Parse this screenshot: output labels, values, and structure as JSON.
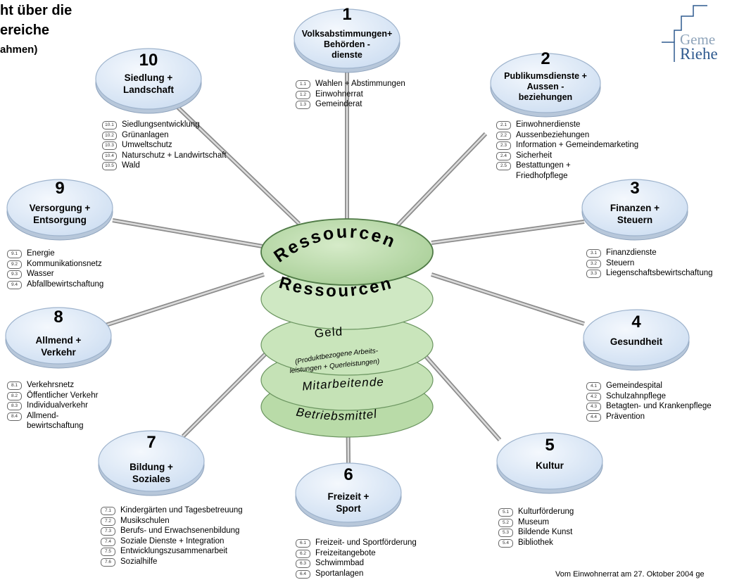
{
  "title": {
    "line1": "ht über die",
    "line2": "ereiche",
    "line3": "ahmen)"
  },
  "logo": {
    "line1": "Geme",
    "line2": "Riehe"
  },
  "center": {
    "top_label": "Ressourcen",
    "bottom_label": "Ressourcen",
    "layers": {
      "geld": "Geld",
      "geld_sub1": "(Produktbezogene Arbeits-",
      "geld_sub2": "leistungen + Querleistungen)",
      "mitarbeitende": "Mitarbeitende",
      "betriebsmittel": "Betriebsmittel"
    }
  },
  "areas": [
    {
      "number": "1",
      "title": [
        "Volksabstimmungen+",
        "Behörden -",
        "dienste"
      ],
      "items": [
        {
          "code": "1.1",
          "label": "Wahlen + Abstimmungen"
        },
        {
          "code": "1.2",
          "label": "Einwohnerrat"
        },
        {
          "code": "1.3",
          "label": "Gemeinderat"
        }
      ]
    },
    {
      "number": "2",
      "title": [
        "Publikumsdienste +",
        "Aussen -",
        "beziehungen"
      ],
      "items": [
        {
          "code": "2.1",
          "label": "Einwohnerdienste"
        },
        {
          "code": "2.2",
          "label": "Aussenbeziehungen"
        },
        {
          "code": "2.3",
          "label": "Information + Gemeindemarketing"
        },
        {
          "code": "2.4",
          "label": "Sicherheit"
        },
        {
          "code": "2.5",
          "label": "Bestattungen + Friedhofpflege"
        }
      ]
    },
    {
      "number": "3",
      "title": [
        "Finanzen +",
        "Steuern"
      ],
      "items": [
        {
          "code": "3.1",
          "label": "Finanzdienste"
        },
        {
          "code": "3.2",
          "label": "Steuern"
        },
        {
          "code": "3.3",
          "label": "Liegenschaftsbewirtschaftung"
        }
      ]
    },
    {
      "number": "4",
      "title": [
        "Gesundheit"
      ],
      "items": [
        {
          "code": "4.1",
          "label": "Gemeindespital"
        },
        {
          "code": "4.2",
          "label": "Schulzahnpflege"
        },
        {
          "code": "4.3",
          "label": "Betagten- und Krankenpflege"
        },
        {
          "code": "4.4",
          "label": "Prävention"
        }
      ]
    },
    {
      "number": "5",
      "title": [
        "Kultur"
      ],
      "items": [
        {
          "code": "5.1",
          "label": "Kulturförderung"
        },
        {
          "code": "5.2",
          "label": "Museum"
        },
        {
          "code": "5.3",
          "label": "Bildende Kunst"
        },
        {
          "code": "5.4",
          "label": "Bibliothek"
        }
      ]
    },
    {
      "number": "6",
      "title": [
        "Freizeit +",
        "Sport"
      ],
      "items": [
        {
          "code": "6.1",
          "label": "Freizeit- und Sportförderung"
        },
        {
          "code": "6.2",
          "label": "Freizeitangebote"
        },
        {
          "code": "6.3",
          "label": "Schwimmbad"
        },
        {
          "code": "6.4",
          "label": "Sportanlagen"
        }
      ]
    },
    {
      "number": "7",
      "title": [
        "Bildung +",
        "Soziales"
      ],
      "items": [
        {
          "code": "7.1",
          "label": "Kindergärten und Tagesbetreuung"
        },
        {
          "code": "7.2",
          "label": "Musikschulen"
        },
        {
          "code": "7.3",
          "label": "Berufs- und Erwachsenenbildung"
        },
        {
          "code": "7.4",
          "label": "Soziale Dienste + Integration"
        },
        {
          "code": "7.5",
          "label": "Entwicklungszusammenarbeit"
        },
        {
          "code": "7.6",
          "label": "Sozialhilfe"
        }
      ]
    },
    {
      "number": "8",
      "title": [
        "Allmend +",
        "Verkehr"
      ],
      "items": [
        {
          "code": "8.1",
          "label": "Verkehrsnetz"
        },
        {
          "code": "8.2",
          "label": "Öffentlicher Verkehr"
        },
        {
          "code": "8.3",
          "label": "Individualverkehr"
        },
        {
          "code": "8.4",
          "label": "Allmend- bewirtschaftung"
        }
      ]
    },
    {
      "number": "9",
      "title": [
        "Versorgung +",
        "Entsorgung"
      ],
      "items": [
        {
          "code": "9.1",
          "label": "Energie"
        },
        {
          "code": "9.2",
          "label": "Kommunikationsnetz"
        },
        {
          "code": "9.3",
          "label": "Wasser"
        },
        {
          "code": "9.4",
          "label": "Abfallbewirtschaftung"
        }
      ]
    },
    {
      "number": "10",
      "title": [
        "Siedlung +",
        "Landschaft"
      ],
      "items": [
        {
          "code": "10.1",
          "label": "Siedlungsentwicklung"
        },
        {
          "code": "10.2",
          "label": "Grünanlagen"
        },
        {
          "code": "10.3",
          "label": "Umweltschutz"
        },
        {
          "code": "10.4",
          "label": "Naturschutz + Landwirtschaft"
        },
        {
          "code": "10.5",
          "label": "Wald"
        }
      ]
    }
  ],
  "footer": "Vom Einwohnerrat am 27. Oktober 2004 ge",
  "colors": {
    "node_fill": "#dde9f7",
    "node_edge": "#a9bfd8",
    "center_fill": "#bfddb0",
    "center_edge": "#5f8a54",
    "spoke": "#9a9a9a",
    "logo_blue": "#2f5a8f"
  }
}
